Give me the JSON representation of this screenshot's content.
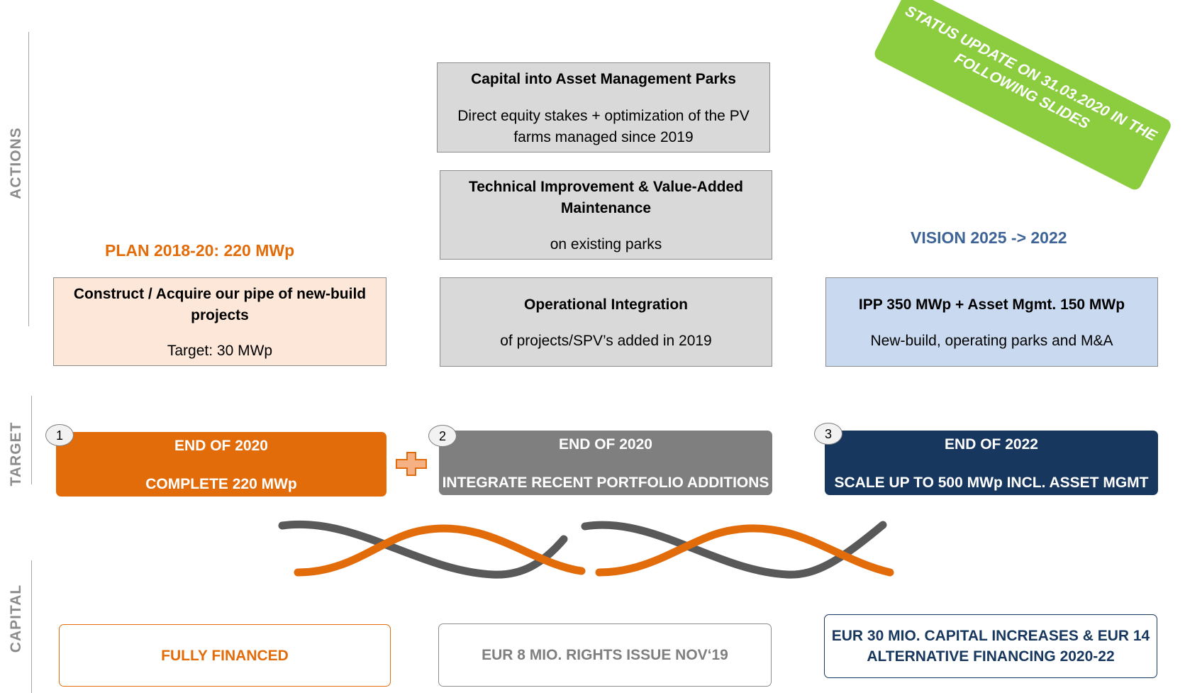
{
  "side_labels": {
    "actions": "ACTIONS",
    "target": "TARGET",
    "capital": "CAPITAL"
  },
  "status_banner": {
    "line1": "STATUS UPDATE ON 31.03.2020 IN THE",
    "line2": "FOLLOWING SLIDES"
  },
  "plan_heading": "PLAN 2018-20: 220 MWp",
  "vision_heading": "VISION 2025 -> 2022",
  "actions": {
    "capital_asset": {
      "title": "Capital into Asset Management Parks",
      "line1": "Direct equity stakes + optimization of the PV",
      "line2": "farms managed since 2019"
    },
    "technical": {
      "title_line1": "Technical Improvement & Value-Added",
      "title_line2": "Maintenance",
      "sub": "on existing parks"
    },
    "construct": {
      "title_line1": "Construct / Acquire our pipe of new-build",
      "title_line2": "projects",
      "sub": "Target: 30 MWp"
    },
    "operational": {
      "title": "Operational Integration",
      "sub": "of projects/SPV’s added in 2019"
    },
    "ipp": {
      "title": "IPP 350 MWp + Asset Mgmt. 150 MWp",
      "sub": "New-build, operating parks and M&A"
    }
  },
  "targets": [
    {
      "number": "1",
      "line1": "END OF 2020",
      "line2": "COMPLETE 220 MWp"
    },
    {
      "number": "2",
      "line1": "END OF 2020",
      "line2": "INTEGRATE RECENT PORTFOLIO ADDITIONS"
    },
    {
      "number": "3",
      "line1": "END OF 2022",
      "line2": "SCALE UP TO 500 MWp INCL. ASSET MGMT"
    }
  ],
  "capital": {
    "c1": "FULLY FINANCED",
    "c2": "EUR 8 MIO. RIGHTS ISSUE NOV‘19",
    "c3_line1": "EUR 30 MIO. CAPITAL INCREASES & EUR 14",
    "c3_line2": "ALTERNATIVE FINANCING 2020-22"
  },
  "colors": {
    "orange": "#e36c0a",
    "grey": "#7f7f7f",
    "navy": "#17375e",
    "green": "#8ccd3f",
    "dark_wave": "#595959"
  }
}
